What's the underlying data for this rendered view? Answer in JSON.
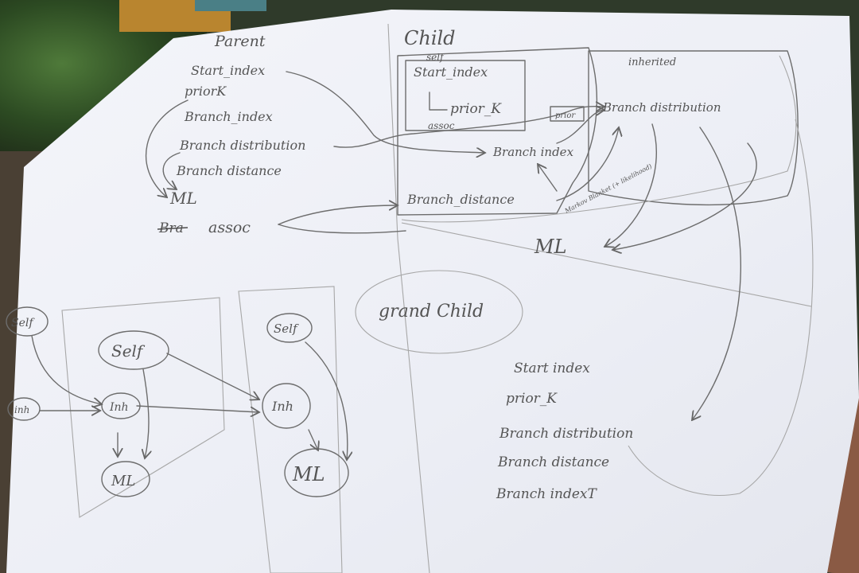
{
  "parent": {
    "title": "Parent",
    "fields": [
      "Start_index",
      "priorK",
      "Branch_index",
      "Branch distribution",
      "Branch distance"
    ],
    "ml": "ML",
    "assoc_struck": "Bra",
    "assoc": "assoc"
  },
  "child": {
    "title": "Child",
    "self_label": "self",
    "start_index": "Start_index",
    "prior_k": "prior_K",
    "assoc": "assoc",
    "inherited_label": "inherited",
    "branch_distribution": "Branch distribution",
    "branch_index": "Branch index",
    "branch_distance": "Branch_distance",
    "ml": "ML",
    "small_box": "prior",
    "arrow_note": "Markov Blanket (+ likelihood)"
  },
  "grandchild": {
    "title": "grand Child",
    "fields": [
      "Start index",
      "prior_K",
      "Branch distribution",
      "Branch distance",
      "Branch indexT"
    ]
  },
  "bottom_diagram": {
    "self_outer": "Self",
    "inh_outer": "inh",
    "self_mid": "Self",
    "inh_mid": "Inh",
    "ml_mid": "ML",
    "self_right": "Self",
    "inh_right": "Inh",
    "ml_right": "ML"
  }
}
